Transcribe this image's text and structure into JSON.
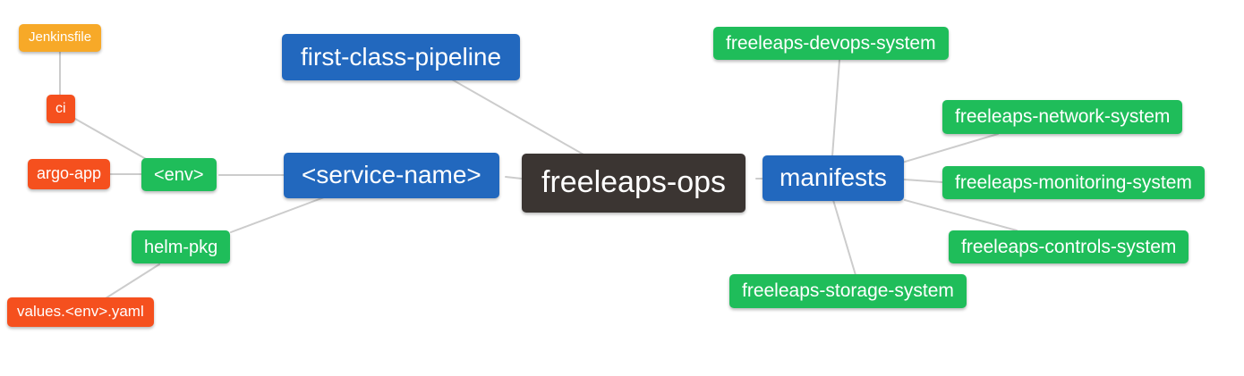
{
  "diagram": {
    "type": "mindmap",
    "background": "#ffffff",
    "edge_color": "#cccccc",
    "colors": {
      "root_node": "#3b3532",
      "branch_node": "#2268be",
      "leaf_green": "#1fbd5a",
      "leaf_red": "#f5501e",
      "leaf_orange": "#f7a928",
      "text": "#ffffff"
    },
    "root": "freeleaps-ops",
    "nodes": {
      "freeleaps_ops": {
        "label": "freeleaps-ops",
        "color": "#3b3532",
        "level": 0
      },
      "first_class_pipeline": {
        "label": "first-class-pipeline",
        "color": "#2268be",
        "level": 1
      },
      "service_name": {
        "label": "<service-name>",
        "color": "#2268be",
        "level": 1
      },
      "manifests": {
        "label": "manifests",
        "color": "#2268be",
        "level": 1
      },
      "env": {
        "label": "<env>",
        "color": "#1fbd5a",
        "level": 2
      },
      "helm_pkg": {
        "label": "helm-pkg",
        "color": "#1fbd5a",
        "level": 2
      },
      "ci": {
        "label": "ci",
        "color": "#f5501e",
        "level": 3
      },
      "argo_app": {
        "label": "argo-app",
        "color": "#f5501e",
        "level": 3
      },
      "jenkinsfile": {
        "label": "Jenkinsfile",
        "color": "#f7a928",
        "level": 4
      },
      "values_env_yaml": {
        "label": "values.<env>.yaml",
        "color": "#f5501e",
        "level": 3
      },
      "devops_system": {
        "label": "freeleaps-devops-system",
        "color": "#1fbd5a",
        "level": 2
      },
      "network_system": {
        "label": "freeleaps-network-system",
        "color": "#1fbd5a",
        "level": 2
      },
      "monitoring_system": {
        "label": "freeleaps-monitoring-system",
        "color": "#1fbd5a",
        "level": 2
      },
      "controls_system": {
        "label": "freeleaps-controls-system",
        "color": "#1fbd5a",
        "level": 2
      },
      "storage_system": {
        "label": "freeleaps-storage-system",
        "color": "#1fbd5a",
        "level": 2
      }
    },
    "edges": [
      [
        "jenkinsfile",
        "ci"
      ],
      [
        "ci",
        "env"
      ],
      [
        "argo_app",
        "env"
      ],
      [
        "env",
        "service_name"
      ],
      [
        "helm_pkg",
        "service_name"
      ],
      [
        "values_env_yaml",
        "helm_pkg"
      ],
      [
        "first_class_pipeline",
        "freeleaps_ops"
      ],
      [
        "service_name",
        "freeleaps_ops"
      ],
      [
        "freeleaps_ops",
        "manifests"
      ],
      [
        "manifests",
        "devops_system"
      ],
      [
        "manifests",
        "network_system"
      ],
      [
        "manifests",
        "monitoring_system"
      ],
      [
        "manifests",
        "controls_system"
      ],
      [
        "manifests",
        "storage_system"
      ]
    ]
  }
}
